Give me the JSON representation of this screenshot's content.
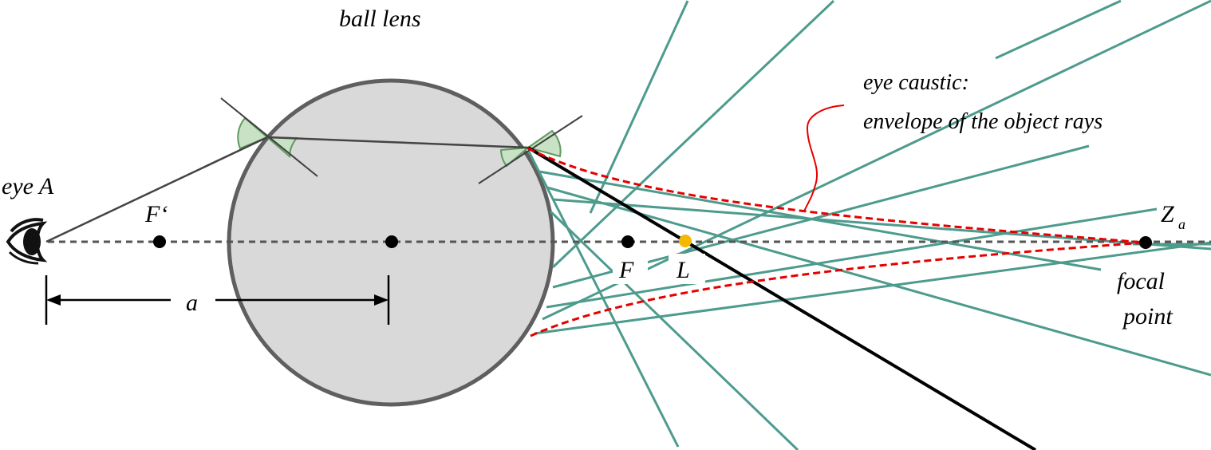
{
  "labels": {
    "ball_lens": "ball lens",
    "eye": "eye A",
    "f_prime": "F‘",
    "f": "F",
    "l": "L",
    "distance": "a",
    "caustic_line1": "eye caustic:",
    "caustic_line2": "envelope of the object rays",
    "z": "Z",
    "z_sub": "a",
    "focal_line1": "focal",
    "focal_line2": "point"
  },
  "colors": {
    "lens_fill": "#d9d9d9",
    "lens_stroke": "#5f5f5f",
    "ray": "#4d9b8d",
    "caustic": "#e60000",
    "angle_fill": "#c9e2c6",
    "angle_stroke": "#5f9a5f",
    "point_l": "#f5b800",
    "axis": "#555555"
  },
  "icons": {
    "eye": "eye-icon"
  }
}
